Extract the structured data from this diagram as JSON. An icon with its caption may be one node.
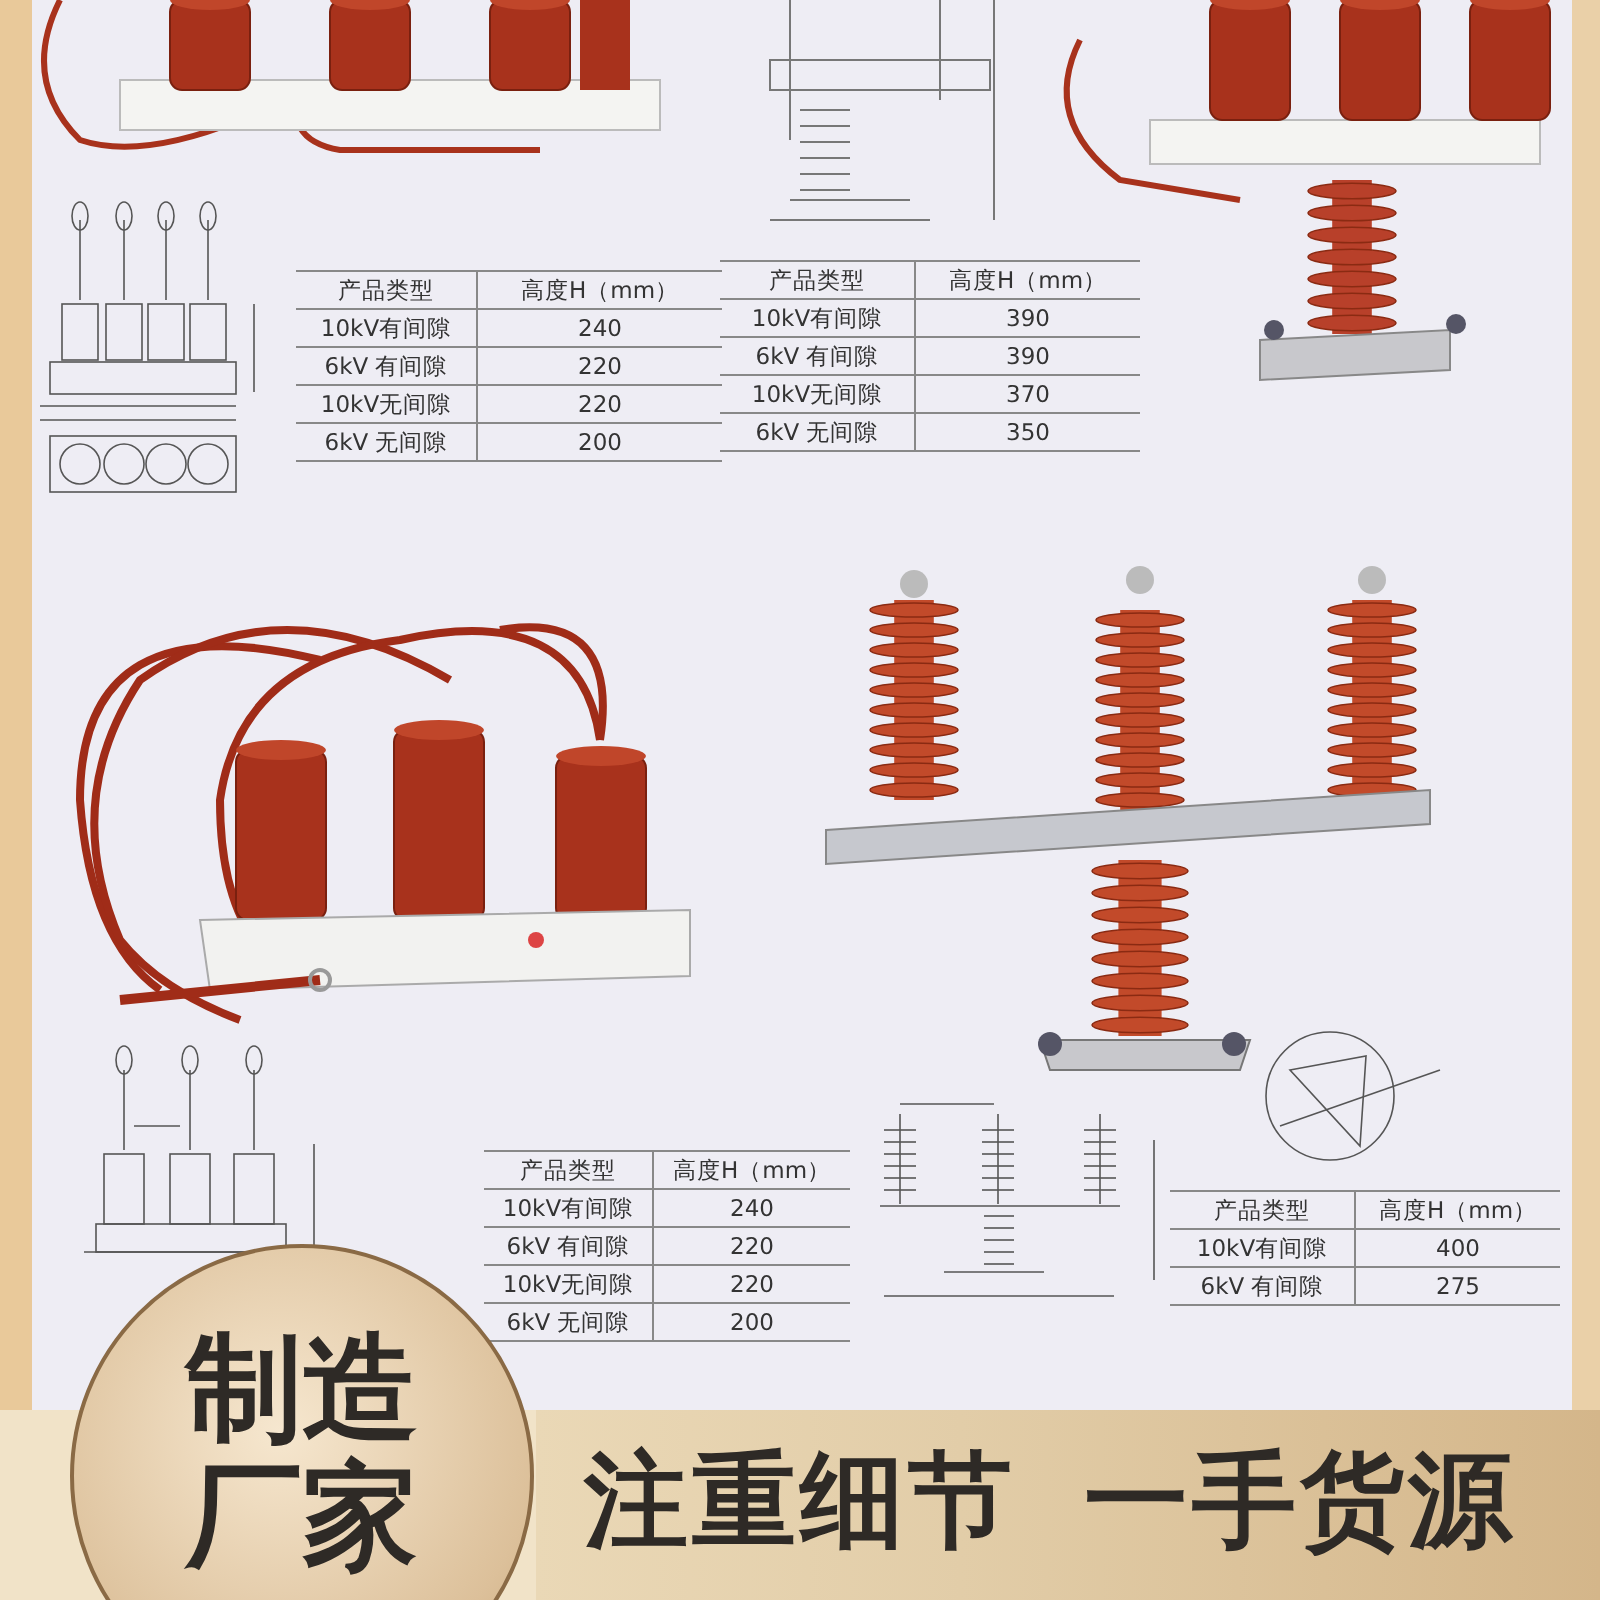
{
  "diagram": {
    "nodes": [
      {
        "text": [
          "制造厂家"
        ]
      },
      {
        "text": [
          "注重细节",
          "一手货源"
        ]
      }
    ],
    "edges": [],
    "labels": [
      "产品类型",
      "高度H（mm）",
      "10kV有间隙",
      "240",
      "6kV 有间隙",
      "220",
      "10kV无间隙",
      "220",
      "6kV 无间隙",
      "200",
      "产品类型",
      "高度H（mm）",
      "10kV有间隙",
      "390",
      "6kV 有间隙",
      "390",
      "10kV无间隙",
      "370",
      "6kV 无间隙",
      "350",
      "产品类型",
      "高度H（mm）",
      "10kV有间隙",
      "240",
      "6kV 有间隙",
      "220",
      "10kV无间隙",
      "220",
      "6kV 无间隙",
      "200",
      "产品类型",
      "高度H（mm）",
      "10kV有间隙",
      "400",
      "6kV 有间隙",
      "275"
    ]
  }
}
